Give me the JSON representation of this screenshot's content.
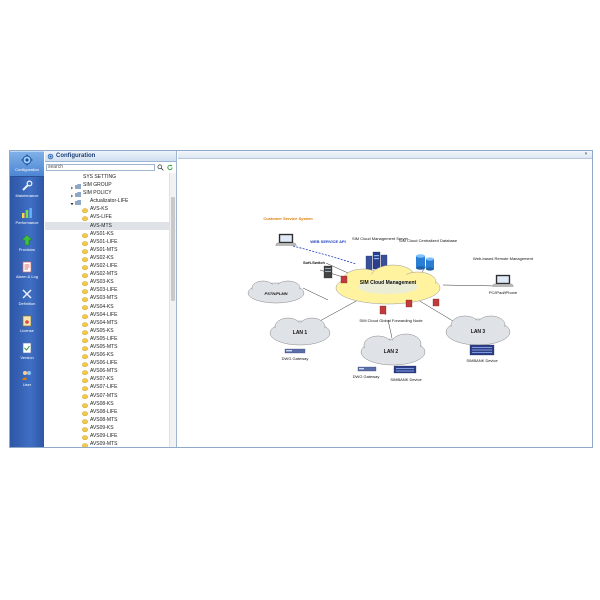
{
  "nav": {
    "items": [
      {
        "label": "Configuration",
        "icon": "gear-icon"
      },
      {
        "label": "Maintenance",
        "icon": "wrench-icon"
      },
      {
        "label": "Performance",
        "icon": "bar-chart-icon"
      },
      {
        "label": "Provision",
        "icon": "arrow-up-icon"
      },
      {
        "label": "Alarm & Log",
        "icon": "log-icon"
      },
      {
        "label": "Definition",
        "icon": "tools-icon"
      },
      {
        "label": "License",
        "icon": "license-icon"
      },
      {
        "label": "Version",
        "icon": "version-icon"
      },
      {
        "label": "User",
        "icon": "users-icon"
      }
    ]
  },
  "panel": {
    "title": "Configuration",
    "search_placeholder": "search"
  },
  "tree": [
    {
      "label": "SYS SETTING",
      "level": 1,
      "type": "folder",
      "expanded": false
    },
    {
      "label": "SIM GROUP",
      "level": 1,
      "type": "folder",
      "expanded": false
    },
    {
      "label": "SIM POLICY",
      "level": 1,
      "type": "folder",
      "expanded": true
    },
    {
      "label": "Actualizator-LIFE",
      "level": 2,
      "type": "item"
    },
    {
      "label": "AVS-KS",
      "level": 2,
      "type": "item"
    },
    {
      "label": "AVS-LIFE",
      "level": 2,
      "type": "item"
    },
    {
      "label": "AVS-MTS",
      "level": 2,
      "type": "item",
      "selected": true
    },
    {
      "label": "AVS01-KS",
      "level": 2,
      "type": "item"
    },
    {
      "label": "AVS01-LIFE",
      "level": 2,
      "type": "item"
    },
    {
      "label": "AVS01-MTS",
      "level": 2,
      "type": "item"
    },
    {
      "label": "AVS02-KS",
      "level": 2,
      "type": "item"
    },
    {
      "label": "AVS02-LIFE",
      "level": 2,
      "type": "item"
    },
    {
      "label": "AVS02-MTS",
      "level": 2,
      "type": "item"
    },
    {
      "label": "AVS03-KS",
      "level": 2,
      "type": "item"
    },
    {
      "label": "AVS03-LIFE",
      "level": 2,
      "type": "item"
    },
    {
      "label": "AVS03-MTS",
      "level": 2,
      "type": "item"
    },
    {
      "label": "AVS04-KS",
      "level": 2,
      "type": "item"
    },
    {
      "label": "AVS04-LIFE",
      "level": 2,
      "type": "item"
    },
    {
      "label": "AVS04-MTS",
      "level": 2,
      "type": "item"
    },
    {
      "label": "AVS05-KS",
      "level": 2,
      "type": "item"
    },
    {
      "label": "AVS05-LIFE",
      "level": 2,
      "type": "item"
    },
    {
      "label": "AVS05-MTS",
      "level": 2,
      "type": "item"
    },
    {
      "label": "AVS06-KS",
      "level": 2,
      "type": "item"
    },
    {
      "label": "AVS06-LIFE",
      "level": 2,
      "type": "item"
    },
    {
      "label": "AVS06-MTS",
      "level": 2,
      "type": "item"
    },
    {
      "label": "AVS07-KS",
      "level": 2,
      "type": "item"
    },
    {
      "label": "AVS07-LIFE",
      "level": 2,
      "type": "item"
    },
    {
      "label": "AVS07-MTS",
      "level": 2,
      "type": "item"
    },
    {
      "label": "AVS08-KS",
      "level": 2,
      "type": "item"
    },
    {
      "label": "AVS08-LIFE",
      "level": 2,
      "type": "item"
    },
    {
      "label": "AVS08-MTS",
      "level": 2,
      "type": "item"
    },
    {
      "label": "AVS09-KS",
      "level": 2,
      "type": "item"
    },
    {
      "label": "AVS09-LIFE",
      "level": 2,
      "type": "item"
    },
    {
      "label": "AVS09-MTS",
      "level": 2,
      "type": "item"
    }
  ],
  "diagram": {
    "customer_service_system": "Customer Service System",
    "web_service_api": "WEB SERVICE API",
    "sim_cloud_management_server": "SIM Cloud Management Server",
    "sim_cloud_centralized_database": "SIM Cloud Centralized Database",
    "web_based_remote_management": "Web-based Remote Management",
    "soft_switch": "Soft-Switch",
    "pstn_plmn": "PSTN/PLMN",
    "sim_cloud_management": "SIM Cloud Management",
    "pc_ipad_iphone": "PC/iPad/iPhone",
    "sim_cloud_global_forwarding_node": "SIM Cloud Global Forwarding Node",
    "lan1": "LAN 1",
    "lan2": "LAN 2",
    "lan3": "LAN 3",
    "dwg_gateway_1": "DWG Gateway",
    "dwg_gateway_2": "DWG Gateway",
    "simbank_device_1": "SIMBANK Device",
    "simbank_device_2": "SIMBANK Device"
  },
  "colors": {
    "nav_bg": "#2e56a6",
    "accent_orange": "#e07b00",
    "api_blue": "#1f3fbf",
    "cloud_center": "#fff3a0"
  }
}
